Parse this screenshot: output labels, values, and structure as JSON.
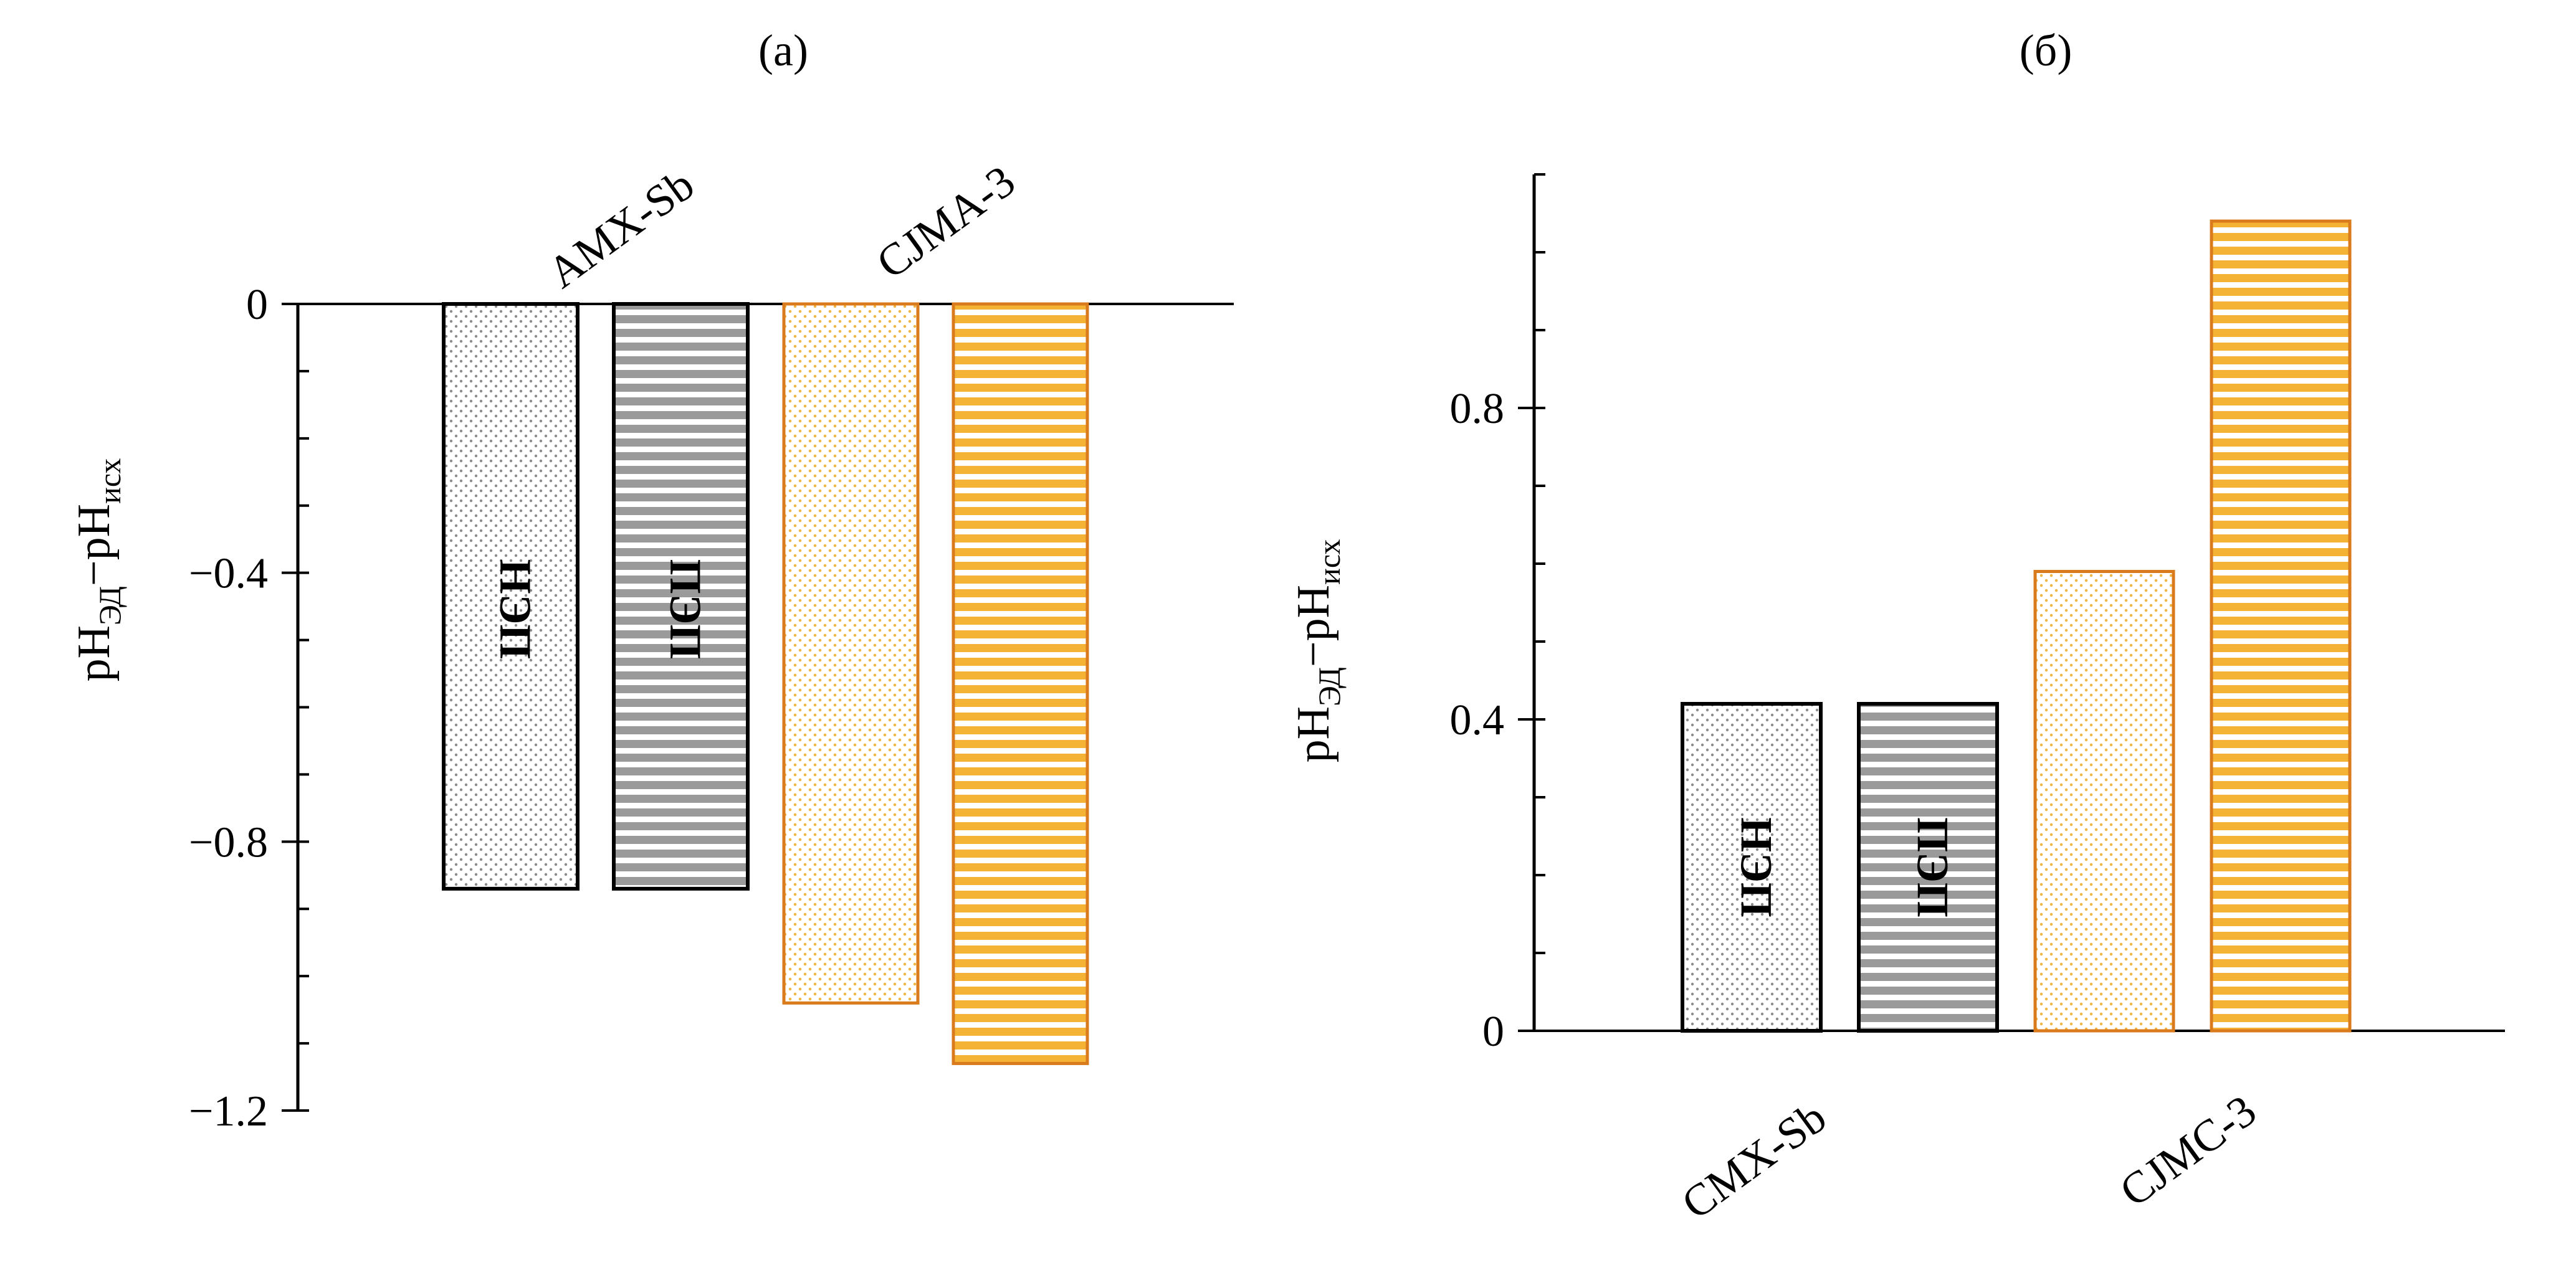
{
  "colors": {
    "gray_border": "#000000",
    "gray_dot": "#8c8c8c",
    "gray_stripe": "#9a9a9a",
    "orange_border": "#d97b1c",
    "orange_dot": "#f2b640",
    "orange_stripe": "#f5b335",
    "axis": "#000000"
  },
  "chart_data": [
    {
      "type": "bar",
      "title": "(а)",
      "ylabel_main": "pH",
      "ylabel_sub1": "ЭД",
      "ylabel_sep": "−pH",
      "ylabel_sub2": "исх",
      "ylim": [
        -1.2,
        0
      ],
      "yticks": [
        0,
        -0.4,
        -0.8,
        -1.2
      ],
      "ytick_labels": [
        "0",
        "−0.4",
        "−0.8",
        "−1.2"
      ],
      "minor_step": 0.1,
      "categories": [
        "AMX-Sb",
        "CJMA-3"
      ],
      "bars": [
        {
          "category": "AMX-Sb",
          "value": -0.87,
          "color": "gray",
          "pattern": "dots",
          "label": "НЭП"
        },
        {
          "category": "AMX-Sb",
          "value": -0.87,
          "color": "gray",
          "pattern": "stripes",
          "label": "ПЭП"
        },
        {
          "category": "CJMA-3",
          "value": -1.04,
          "color": "orange",
          "pattern": "dots",
          "label": ""
        },
        {
          "category": "CJMA-3",
          "value": -1.13,
          "color": "orange",
          "pattern": "stripes",
          "label": ""
        }
      ]
    },
    {
      "type": "bar",
      "title": "(б)",
      "ylabel_main": "pH",
      "ylabel_sub1": "ЭД",
      "ylabel_sep": "−pH",
      "ylabel_sub2": "исх",
      "ylim": [
        0,
        1.05
      ],
      "yticks": [
        0,
        0.4,
        0.8
      ],
      "ytick_labels": [
        "0",
        "0.4",
        "0.8"
      ],
      "minor_step": 0.1,
      "categories": [
        "CMX-Sb",
        "CJMC-3"
      ],
      "bars": [
        {
          "category": "CMX-Sb",
          "value": 0.42,
          "color": "gray",
          "pattern": "dots",
          "label": "НЭП"
        },
        {
          "category": "CMX-Sb",
          "value": 0.42,
          "color": "gray",
          "pattern": "stripes",
          "label": "ПЭП"
        },
        {
          "category": "CJMC-3",
          "value": 0.59,
          "color": "orange",
          "pattern": "dots",
          "label": ""
        },
        {
          "category": "CJMC-3",
          "value": 1.04,
          "color": "orange",
          "pattern": "stripes",
          "label": ""
        }
      ]
    }
  ]
}
